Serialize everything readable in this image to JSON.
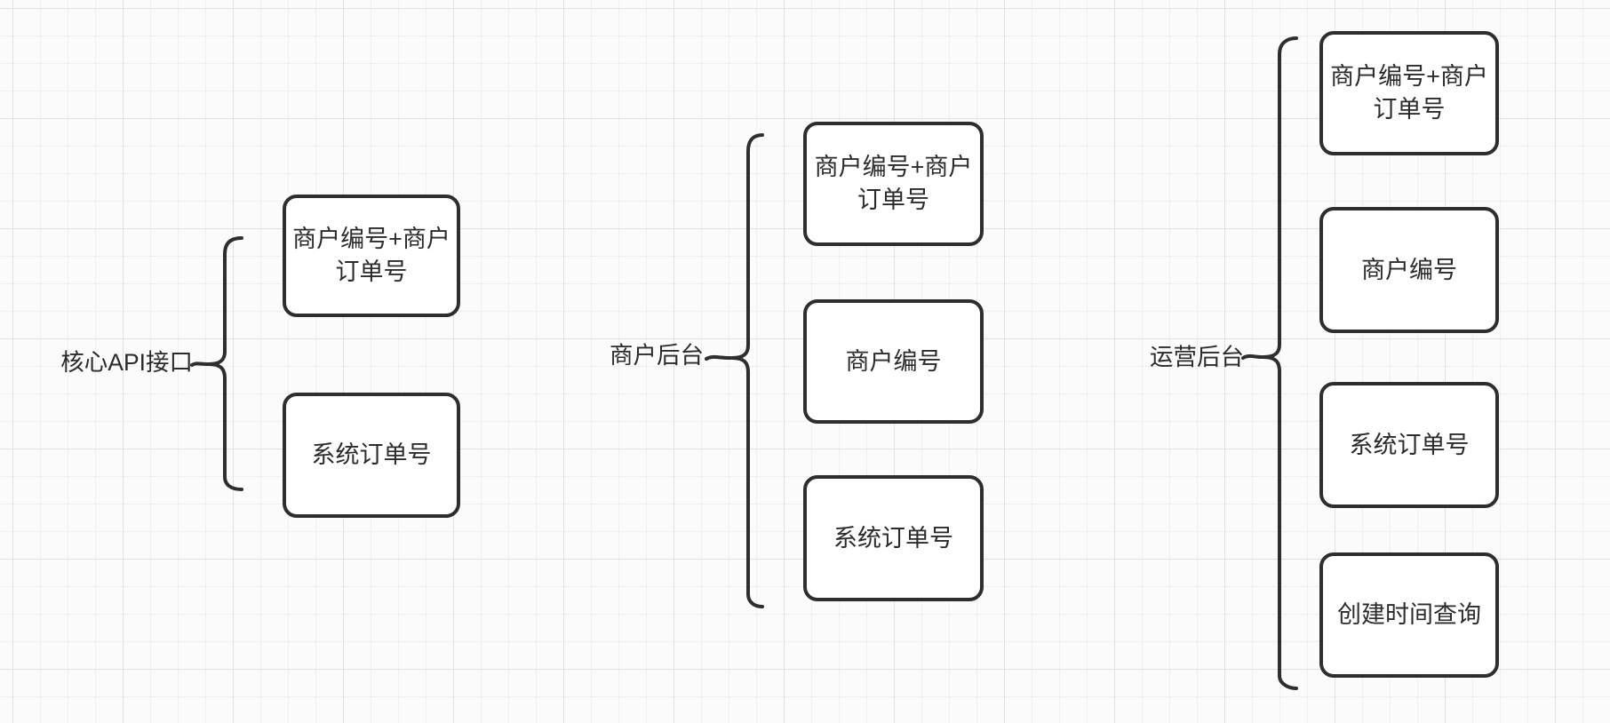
{
  "canvas": {
    "background_color": "#fbfbfb",
    "grid_minor_color": "#efefef",
    "grid_major_color": "#e1e1e1",
    "stroke_color": "#2e2e2e",
    "box_fill_color": "#ffffff"
  },
  "groups": [
    {
      "label": "核心API接口",
      "boxes": [
        {
          "label": "商户编号+商户订单号"
        },
        {
          "label": "系统订单号"
        }
      ]
    },
    {
      "label": "商户后台",
      "boxes": [
        {
          "label": "商户编号+商户订单号"
        },
        {
          "label": "商户编号"
        },
        {
          "label": "系统订单号"
        }
      ]
    },
    {
      "label": "运营后台",
      "boxes": [
        {
          "label": "商户编号+商户订单号"
        },
        {
          "label": "商户编号"
        },
        {
          "label": "系统订单号"
        },
        {
          "label": "创建时间查询"
        }
      ]
    }
  ]
}
